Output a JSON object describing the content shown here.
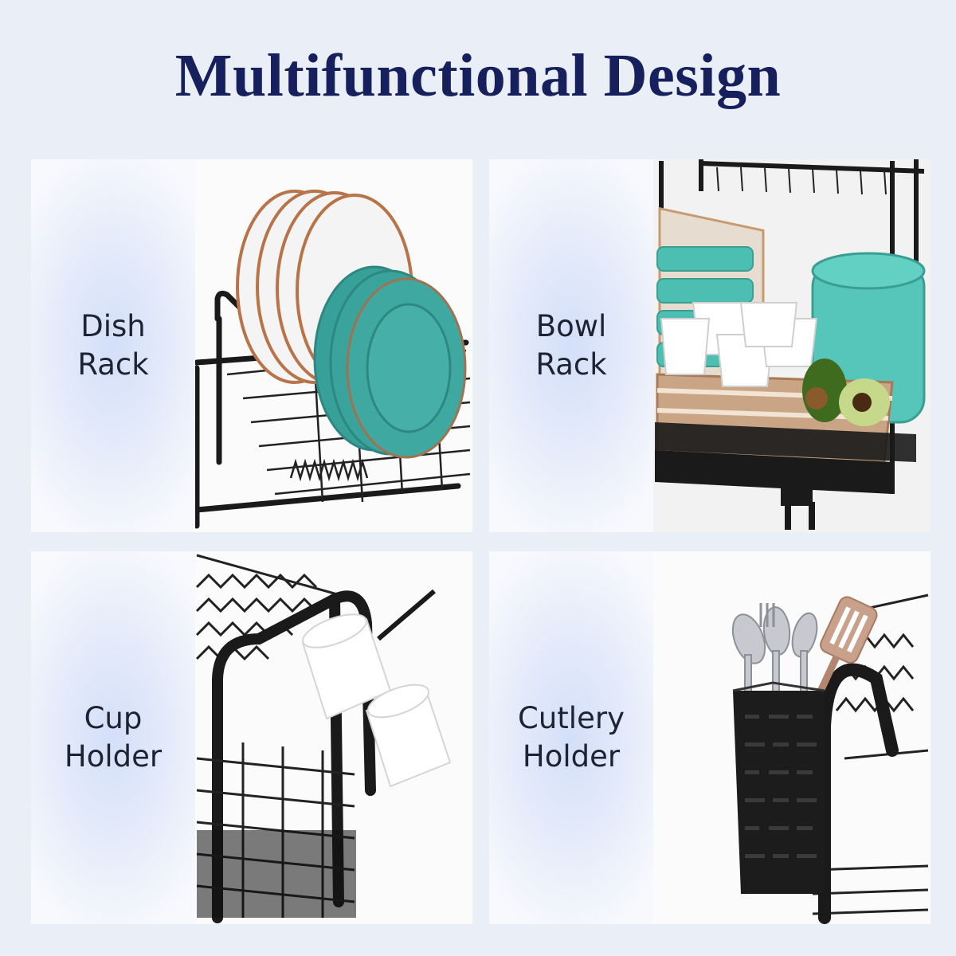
{
  "title": "Multifunctional Design",
  "panels": [
    {
      "label_line1": "Dish",
      "label_line2": "Rack",
      "photo": "dish-rack-photo"
    },
    {
      "label_line1": "Bowl",
      "label_line2": "Rack",
      "photo": "bowl-rack-photo"
    },
    {
      "label_line1": "Cup",
      "label_line2": "Holder",
      "photo": "cup-holder-photo"
    },
    {
      "label_line1": "Cutlery",
      "label_line2": "Holder",
      "photo": "cutlery-holder-photo"
    }
  ],
  "colors": {
    "title": "#16205c",
    "background": "#eaeef7",
    "label_gradient": "#d3dff9",
    "rack_black": "#1a1a1a",
    "teal_plate": "#3aa39c",
    "copper_rim": "#b87448"
  }
}
